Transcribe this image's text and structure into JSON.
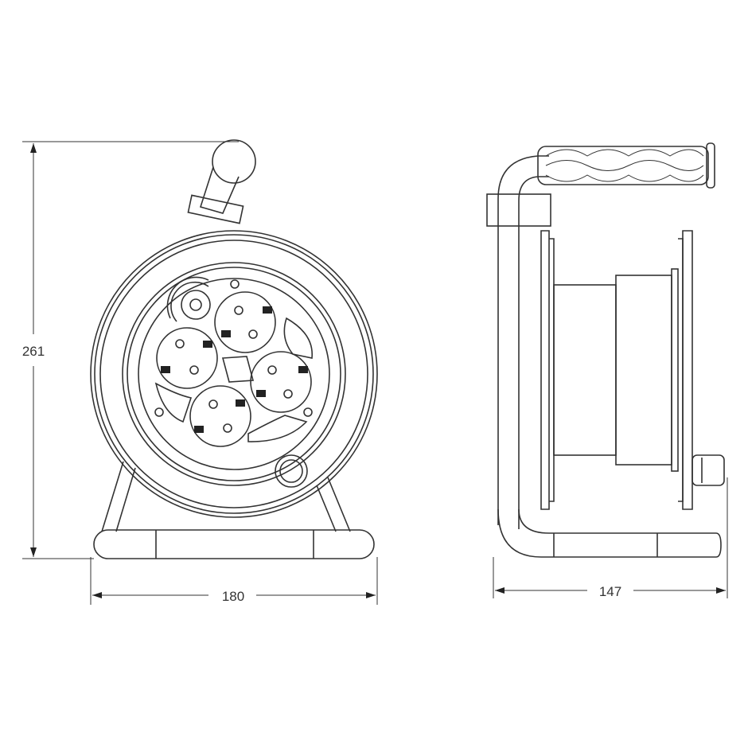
{
  "dimensions": {
    "height": "261",
    "front_width": "180",
    "side_depth": "147"
  },
  "colors": {
    "line": "#333333",
    "background": "#ffffff"
  }
}
